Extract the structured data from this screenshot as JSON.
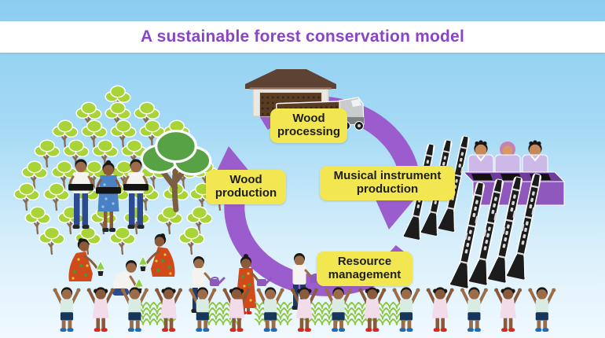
{
  "title": {
    "text": "A sustainable forest conservation model"
  },
  "cycle_labels": {
    "wood_production": "Wood production",
    "wood_processing": "Wood processing",
    "musical_instrument_production": "Musical instrument production",
    "resource_management": "Resource management"
  },
  "cycle_order": [
    "Wood production",
    "Wood processing",
    "Musical instrument production",
    "Resource management"
  ],
  "colors": {
    "sky_top": "#8ccdf1",
    "sky_bottom": "#f0f9fe",
    "title_bg": "#ffffff",
    "title_text": "#8a44c6",
    "arrow_purple": "#9b5ccd",
    "label_bg": "#f2e751",
    "label_text": "#1d1d1b",
    "tree_green": "#a8d437",
    "tree_dark_green": "#57a244",
    "trunk_brown": "#8a6a4e",
    "log_brown": "#5a3c24",
    "roof_brown": "#5e4334",
    "clarinet_black": "#1c1c1c",
    "clarinet_keys_silver": "#d9d9d9",
    "workbench_purple": "#8e58bd",
    "worker_shirt_lavender": "#cdb9e8",
    "hijab_pink": "#c77fb5",
    "boy_shirt": "#d9ece4",
    "girl_dress": "#f3dcea",
    "shoe_blue": "#1d6ab5",
    "shoe_red": "#d4291d",
    "dress_print_red": "#d14a1c",
    "sprout_green": "#8cc63e"
  },
  "scene": {
    "forest": {
      "trees_small": 40,
      "trees_large": 1,
      "log_carriers": 3
    },
    "planting": {
      "kneeling_planters": 2,
      "crouching_planters": 1,
      "waterers": 3
    },
    "wood_processing": {
      "log_sheds": 1,
      "log_trucks": 1
    },
    "instrument_workshop": {
      "workers": 3,
      "clarinets_standing": 3,
      "clarinets_leaning": 4
    },
    "children_cheering": {
      "count": 15,
      "boys": 8,
      "girls": 7
    },
    "seedling_patches": 6
  }
}
